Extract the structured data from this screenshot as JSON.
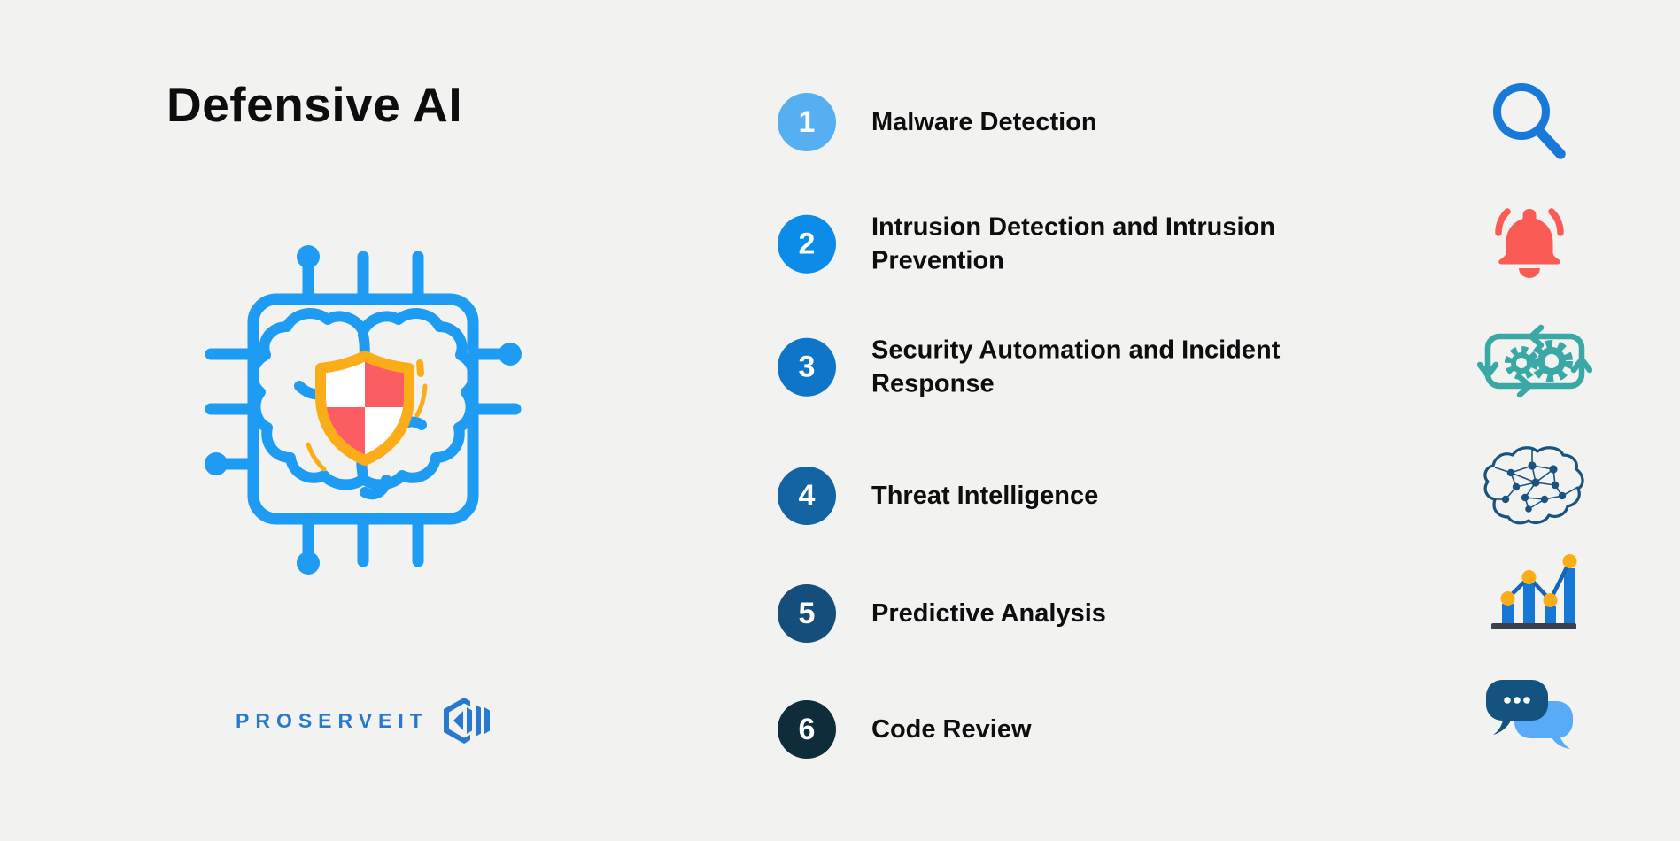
{
  "title": "Defensive AI",
  "brand": {
    "logo_text": "PROSERVEIT",
    "logo_mark": "hexagon-bars-logo-mark",
    "logo_color": "#2879CE"
  },
  "illustration": {
    "name": "ai-chip-brain-shield-illustration",
    "chip_color": "#1E9BF3",
    "shield_border_color": "#FBAC19",
    "shield_fill_colors": [
      "#FFFFFF",
      "#FB5D62"
    ]
  },
  "list": {
    "items": [
      {
        "number": "1",
        "label": "Malware Detection",
        "circle_color": "#55AFF0",
        "icon": "search-icon"
      },
      {
        "number": "2",
        "label": "Intrusion Detection and Intrusion Prevention",
        "circle_color": "#0C8CE9",
        "icon": "alert-bell-icon"
      },
      {
        "number": "3",
        "label": "Security Automation and Incident Response",
        "circle_color": "#0F75C9",
        "icon": "automation-gears-icon"
      },
      {
        "number": "4",
        "label": "Threat Intelligence",
        "circle_color": "#1463A2",
        "icon": "neural-brain-icon"
      },
      {
        "number": "5",
        "label": "Predictive Analysis",
        "circle_color": "#154E7B",
        "icon": "trend-chart-icon"
      },
      {
        "number": "6",
        "label": "Code Review",
        "circle_color": "#0E2C39",
        "icon": "chat-bubbles-icon"
      }
    ]
  },
  "icon_colors": {
    "search_blue": "#1879D9",
    "bell_red": "#FB5B55",
    "gears_teal": "#3AA8A4",
    "network_navy": "#1A537F",
    "chart_bar_blue": "#1577D6",
    "chart_dot_orange": "#FBAD18",
    "chart_base_dark": "#3A414B",
    "chat_dark": "#14527F",
    "chat_light": "#58ABF7"
  },
  "background_color": "#F2F2F0"
}
